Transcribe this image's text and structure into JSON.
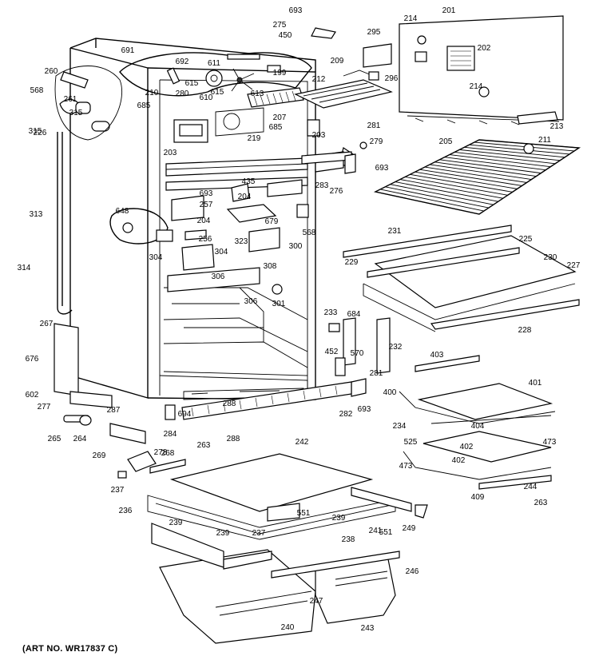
{
  "caption": "(ART NO. WR17837 C)",
  "part_labels": [
    "693",
    "275",
    "450",
    "214",
    "201",
    "295",
    "691",
    "692",
    "611",
    "260",
    "199",
    "209",
    "202",
    "296",
    "568",
    "261",
    "315",
    "615",
    "212",
    "214",
    "280",
    "210",
    "685",
    "610",
    "615",
    "613",
    "315",
    "226",
    "207",
    "685",
    "281",
    "213",
    "219",
    "279",
    "205",
    "211",
    "203",
    "203",
    "276",
    "693",
    "283",
    "693",
    "435",
    "204",
    "313",
    "257",
    "648",
    "679",
    "568",
    "204",
    "256",
    "300",
    "304",
    "323",
    "231",
    "225",
    "304",
    "308",
    "230",
    "227",
    "229",
    "314",
    "306",
    "306",
    "301",
    "228",
    "267",
    "684",
    "233",
    "570",
    "232",
    "676",
    "452",
    "281",
    "403",
    "401",
    "602",
    "400",
    "282",
    "693",
    "277",
    "288",
    "694",
    "404",
    "287",
    "234",
    "284",
    "473",
    "288",
    "402",
    "265",
    "264",
    "242",
    "525",
    "402",
    "473",
    "269",
    "278",
    "263",
    "268",
    "244",
    "237",
    "409",
    "236",
    "263",
    "239",
    "551",
    "239",
    "249",
    "237",
    "241",
    "238",
    "551",
    "239",
    "246",
    "247",
    "240",
    "243"
  ]
}
